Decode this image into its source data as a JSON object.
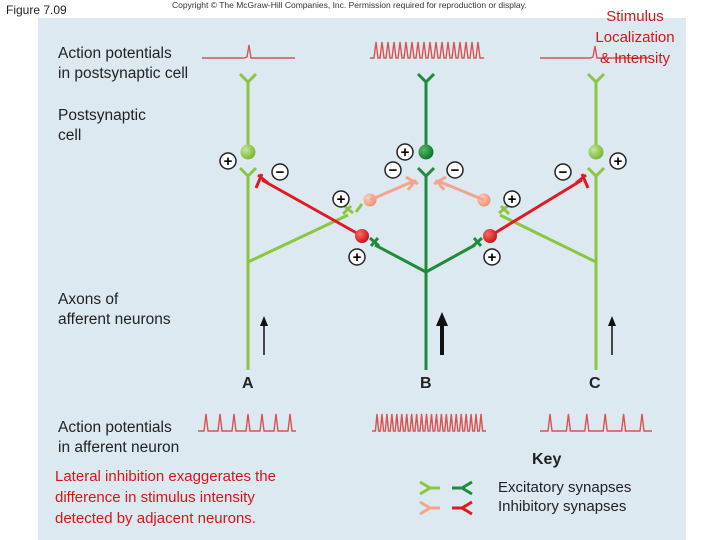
{
  "header": {
    "figure_label": "Figure 7.09",
    "copyright": "Copyright © The McGraw-Hill Companies, Inc. Permission required for reproduction or display.",
    "slide_title": [
      "Stimulus",
      "Localization",
      "& Intensity"
    ]
  },
  "labels": {
    "ap_postsynaptic": [
      "Action potentials",
      "in postsynaptic cell"
    ],
    "postsynaptic_cell": [
      "Postsynaptic",
      "cell"
    ],
    "axons": [
      "Axons of",
      "afferent neurons"
    ],
    "ap_afferent": [
      "Action potentials",
      "in afferent neuron"
    ]
  },
  "neurons": [
    "A",
    "B",
    "C"
  ],
  "caption": [
    "Lateral inhibition exaggerates the",
    "difference in stimulus intensity",
    "detected by adjacent neurons."
  ],
  "key": {
    "title": "Key",
    "items": [
      "Excitatory synapses",
      "Inhibitory synapses"
    ]
  },
  "signs": {
    "plus": "+",
    "minus": "−"
  },
  "colors": {
    "panel": "#dde9f1",
    "neuron_light_green": "#8cc63f",
    "neuron_dark_green": "#1e8c3a",
    "inhibitory_red": "#e01a22",
    "interneuron_pink": "#f4a48a",
    "trace_red": "#d9534f"
  }
}
